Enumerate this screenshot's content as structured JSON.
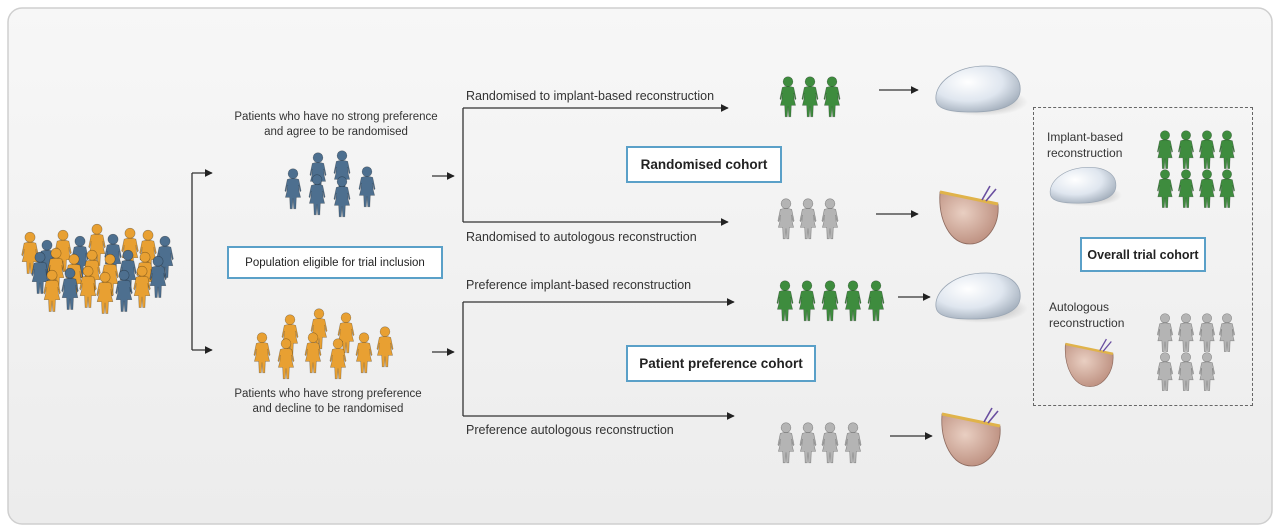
{
  "labels": {
    "group_no_pref_line1": "Patients who have no strong preference",
    "group_no_pref_line2": "and agree to be randomised",
    "group_pref_line1": "Patients who have strong preference",
    "group_pref_line2": "and decline to be randomised",
    "rand_implant": "Randomised to implant-based reconstruction",
    "rand_autologous": "Randomised to autologous reconstruction",
    "pref_implant": "Preference implant-based reconstruction",
    "pref_autologous": "Preference autologous reconstruction",
    "overall_implant_line1": "Implant-based",
    "overall_implant_line2": "reconstruction",
    "overall_auto_line1": "Autologous",
    "overall_auto_line2": "reconstruction"
  },
  "boxes": {
    "population": "Population eligible for trial inclusion",
    "randomised_cohort": "Randomised cohort",
    "preference_cohort": "Patient preference cohort",
    "overall_cohort": "Overall trial cohort"
  },
  "colors": {
    "orange": "#e8a032",
    "blue": "#4d6f8f",
    "green": "#3e8c3e",
    "grey": "#b4b4b4",
    "box_border": "#5aa0c8"
  },
  "icons": [
    "person-icon",
    "breast-implant-icon",
    "autologous-flap-icon",
    "arrow-icon"
  ]
}
